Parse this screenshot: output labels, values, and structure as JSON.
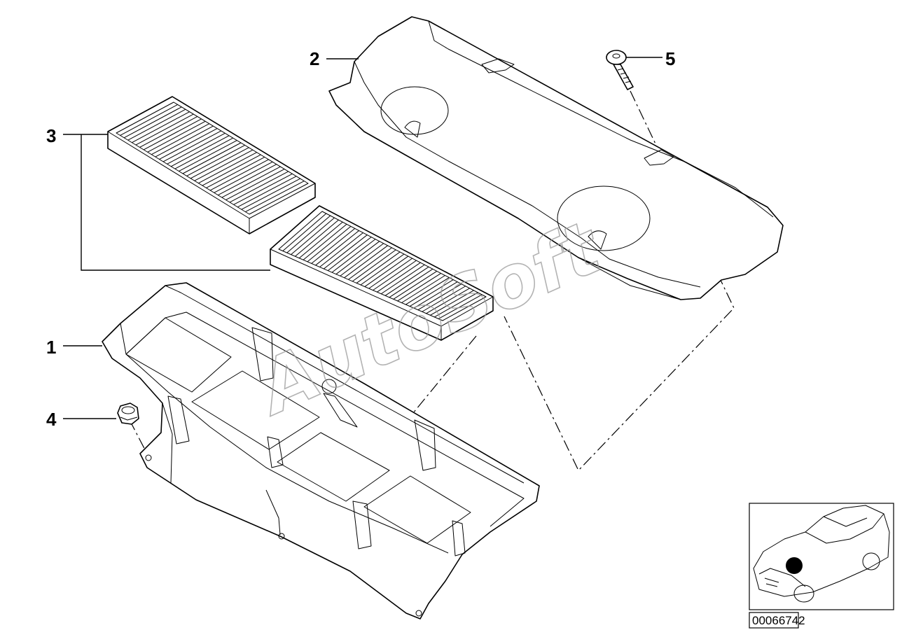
{
  "callouts": [
    {
      "id": "1",
      "label": "1"
    },
    {
      "id": "2",
      "label": "2"
    },
    {
      "id": "3",
      "label": "3"
    },
    {
      "id": "4",
      "label": "4"
    },
    {
      "id": "5",
      "label": "5"
    }
  ],
  "watermark": "AutoSoft",
  "reference_number": "00066742"
}
